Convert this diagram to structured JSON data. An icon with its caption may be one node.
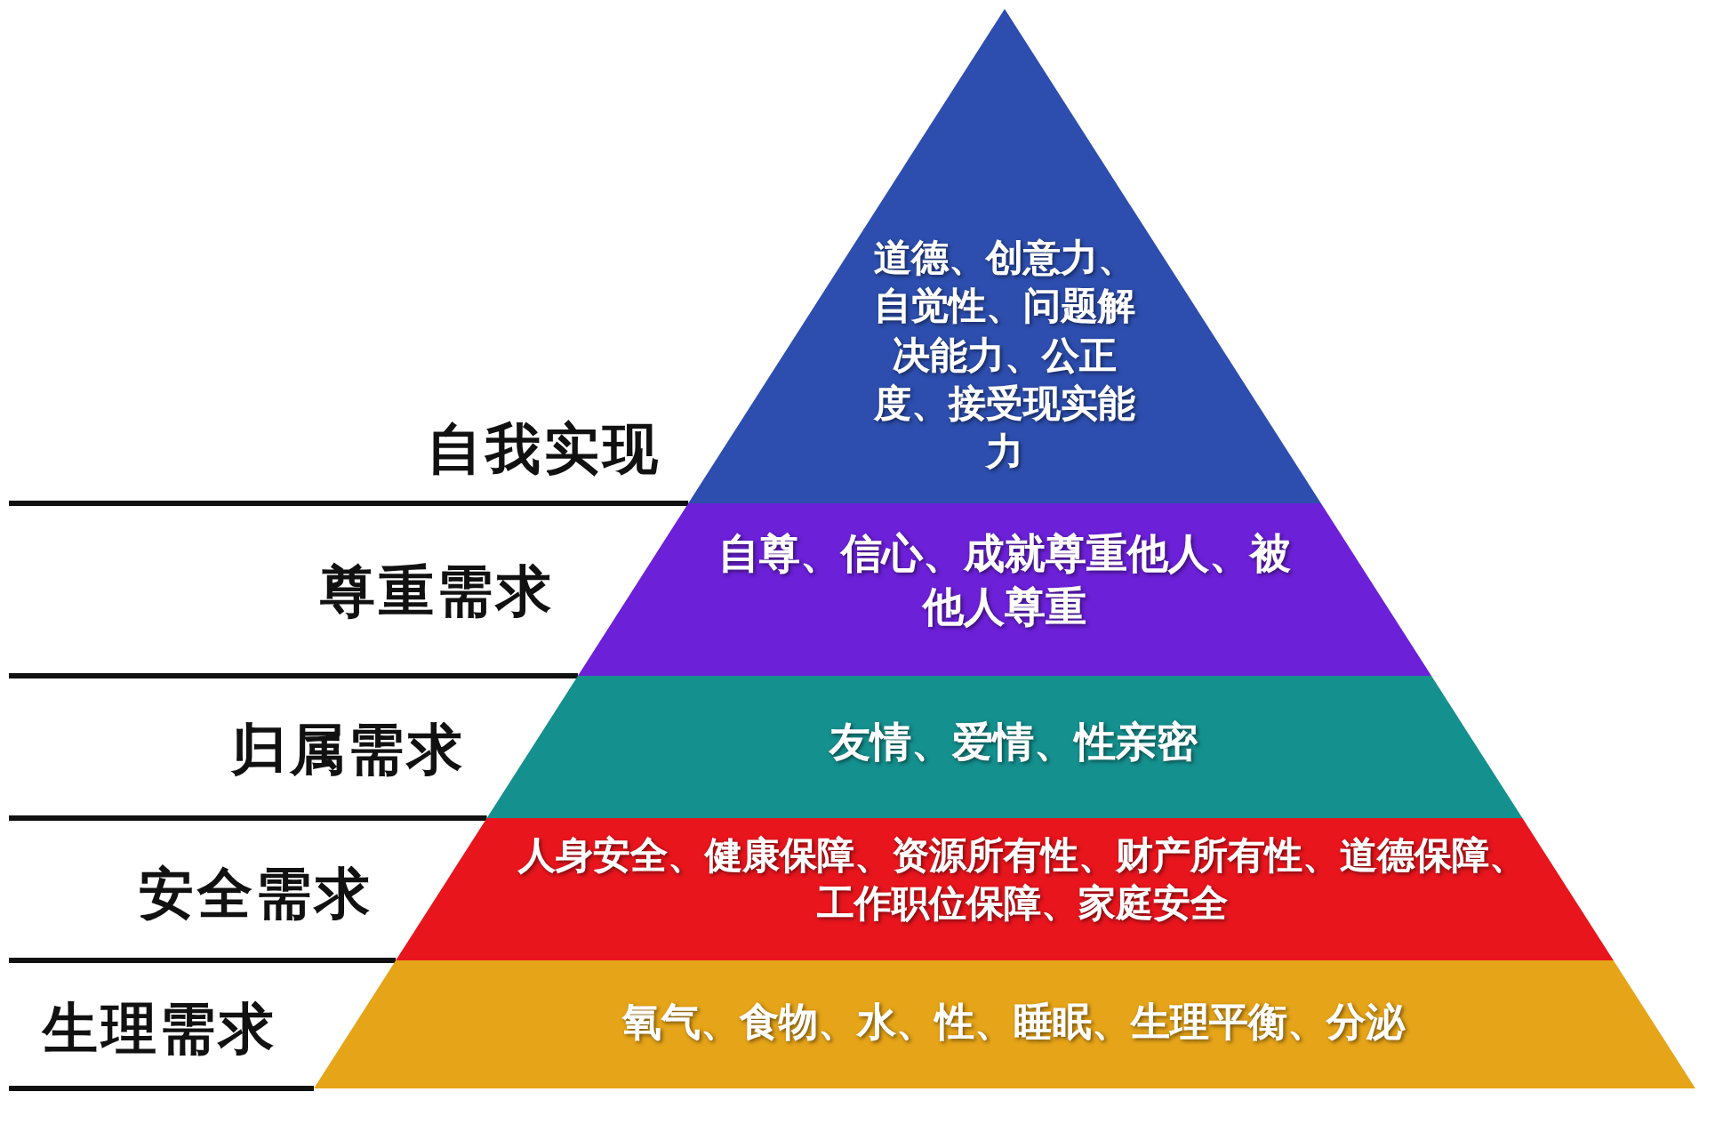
{
  "diagram": {
    "nodes": [
      {
        "text": [
          "自我实现",
          "道德、创意力、自觉性、问题解决能力、公正度、接受现实能力"
        ]
      },
      {
        "text": [
          "尊重需求",
          "自尊、信心、成就尊重他人、被他人尊重"
        ]
      },
      {
        "text": [
          "归属需求",
          "友情、爱情、性亲密"
        ]
      },
      {
        "text": [
          "安全需求",
          "人身安全、健康保障、资源所有性、财产所有性、道德保障、工作职位保障、家庭安全"
        ]
      },
      {
        "text": [
          "生理需求",
          "氧气、食物、水、性、睡眠、生理平衡、分泌"
        ]
      }
    ]
  }
}
